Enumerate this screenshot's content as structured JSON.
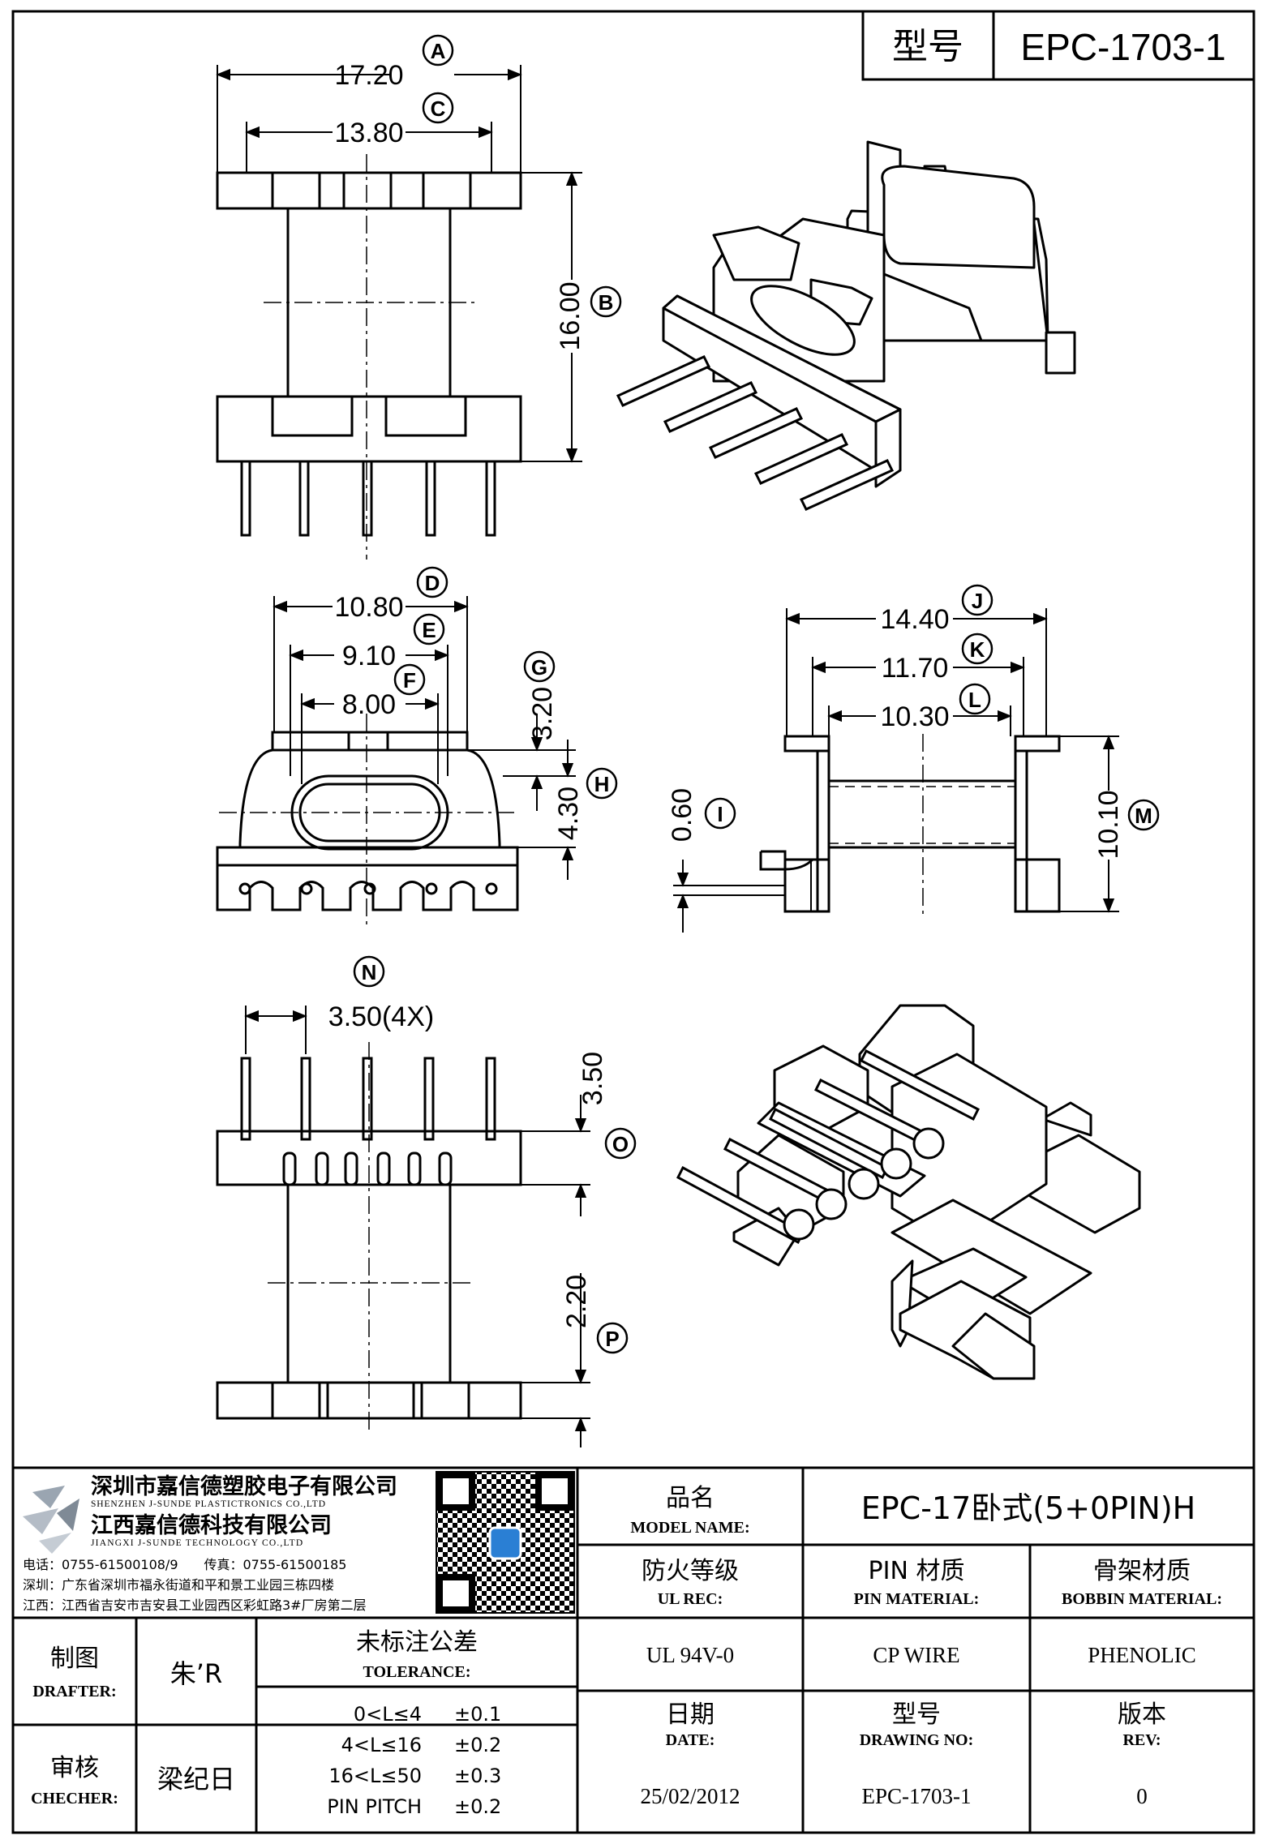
{
  "header": {
    "model_label": "型号",
    "model_value": "EPC-1703-1"
  },
  "views": {
    "front": {
      "dim_a": {
        "letter": "A",
        "value": "17.20"
      },
      "dim_c": {
        "letter": "C",
        "value": "13.80"
      },
      "dim_b": {
        "letter": "B",
        "value": "16.00"
      }
    },
    "end": {
      "dim_d": {
        "letter": "D",
        "value": "10.80"
      },
      "dim_e": {
        "letter": "E",
        "value": "9.10"
      },
      "dim_f": {
        "letter": "F",
        "value": "8.00"
      },
      "dim_g": {
        "letter": "G",
        "value": "3.20"
      },
      "dim_h": {
        "letter": "H",
        "value": "4.30"
      }
    },
    "side": {
      "dim_j": {
        "letter": "J",
        "value": "14.40"
      },
      "dim_k": {
        "letter": "K",
        "value": "11.70"
      },
      "dim_l": {
        "letter": "L",
        "value": "10.30"
      },
      "dim_i": {
        "letter": "I",
        "value": "0.60"
      },
      "dim_m": {
        "letter": "M",
        "value": "10.10"
      }
    },
    "bottom": {
      "dim_n": {
        "letter": "N",
        "value": "3.50(4X)"
      },
      "dim_o": {
        "letter": "O",
        "value": "3.50"
      },
      "dim_p": {
        "letter": "P",
        "value": "2.20"
      }
    }
  },
  "company": {
    "name_cn": "深圳市嘉信德塑胶电子有限公司",
    "name_en": "SHENZHEN J-SUNDE PLASTICTRONICS CO.,LTD",
    "name2_cn": "江西嘉信德科技有限公司",
    "name2_en": "JIANGXI J-SUNDE TECHNOLOGY CO.,LTD",
    "contact_line": "电话：0755-61500108/9　　传真：0755-61500185",
    "addr_sz": "深圳：广东省深圳市福永街道和平和景工业园三栋四楼",
    "addr_jx": "江西：江西省吉安市吉安县工业园西区彩虹路3#厂房第二层"
  },
  "title_block": {
    "model_name_cn": "品名",
    "model_name_en": "MODEL NAME:",
    "model_name_value": "EPC-17卧式(5+0PIN)H",
    "ul_cn": "防火等级",
    "ul_en": "UL REC:",
    "ul_value": "UL 94V-0",
    "pin_cn": "PIN 材质",
    "pin_en": "PIN MATERIAL:",
    "pin_value": "CP WIRE",
    "bobbin_cn": "骨架材质",
    "bobbin_en": "BOBBIN MATERIAL:",
    "bobbin_value": "PHENOLIC",
    "date_cn": "日期",
    "date_en": "DATE:",
    "date_value": "25/02/2012",
    "drawing_cn": "型号",
    "drawing_en": "DRAWING NO:",
    "drawing_value": "EPC-1703-1",
    "rev_cn": "版本",
    "rev_en": "REV:",
    "rev_value": "0",
    "drafter_cn": "制图",
    "drafter_en": "DRAFTER:",
    "drafter_value": "朱’R",
    "checker_cn": "审核",
    "checker_en": "CHECHER:",
    "checker_value": "梁纪日",
    "tolerance_cn": "未标注公差",
    "tolerance_en": "TOLERANCE:",
    "tolerance_rows": [
      {
        "range": "0<L≤4",
        "tol": "±0.1"
      },
      {
        "range": "4<L≤16",
        "tol": "±0.2"
      },
      {
        "range": "16<L≤50",
        "tol": "±0.3"
      },
      {
        "range": "PIN PITCH",
        "tol": "±0.2"
      }
    ]
  }
}
